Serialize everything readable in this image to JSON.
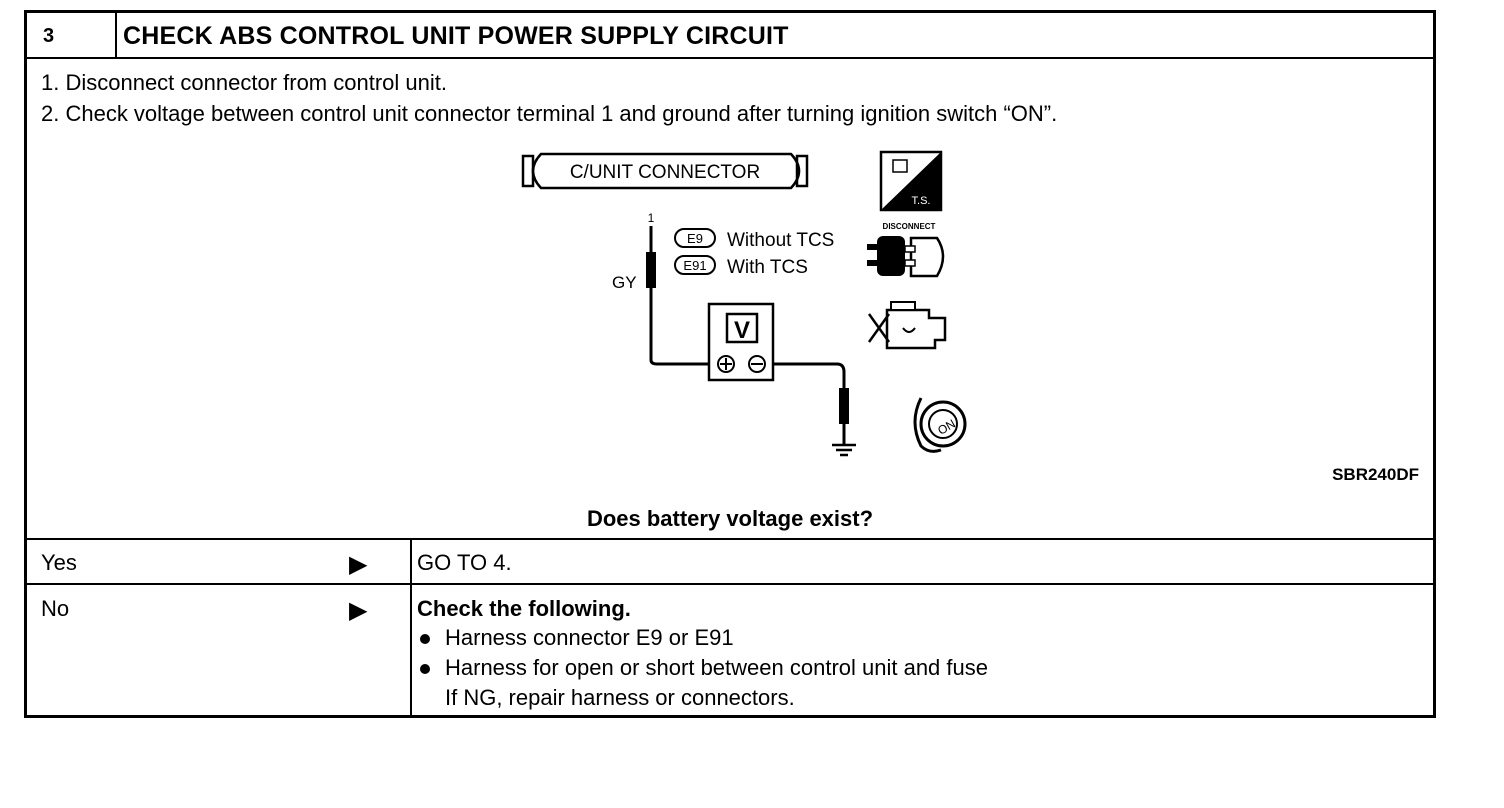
{
  "header": {
    "step_number": "3",
    "title": "CHECK ABS CONTROL UNIT POWER SUPPLY CIRCUIT"
  },
  "instructions": [
    "1.  Disconnect connector from control unit.",
    "2.  Check voltage between control unit connector terminal 1 and ground after turning ignition switch “ON”."
  ],
  "diagram": {
    "connector_label": "C/UNIT CONNECTOR",
    "terminal": "1",
    "wire_color": "GY",
    "connectors": [
      {
        "code": "E9",
        "desc": "Without TCS"
      },
      {
        "code": "E91",
        "desc": "With TCS"
      }
    ],
    "meter_label": "V",
    "ts_label": "T.S.",
    "disconnect_label": "DISCONNECT",
    "key_label": "ON",
    "reference": "SBR240DF",
    "icons": [
      "tester-ts-icon",
      "disconnect-connector-icon",
      "engine-icon",
      "ignition-key-on-icon",
      "voltmeter-icon",
      "ground-icon"
    ]
  },
  "question": "Does battery voltage exist?",
  "results": [
    {
      "answer": "Yes",
      "arrow": "▶",
      "action_title": "GO TO 4.",
      "bullets": []
    },
    {
      "answer": "No",
      "arrow": "▶",
      "action_title": "Check the following.",
      "bullets": [
        "Harness connector E9 or E91",
        "Harness for open or short between control unit and fuse"
      ],
      "note": "If NG, repair harness or connectors."
    }
  ]
}
